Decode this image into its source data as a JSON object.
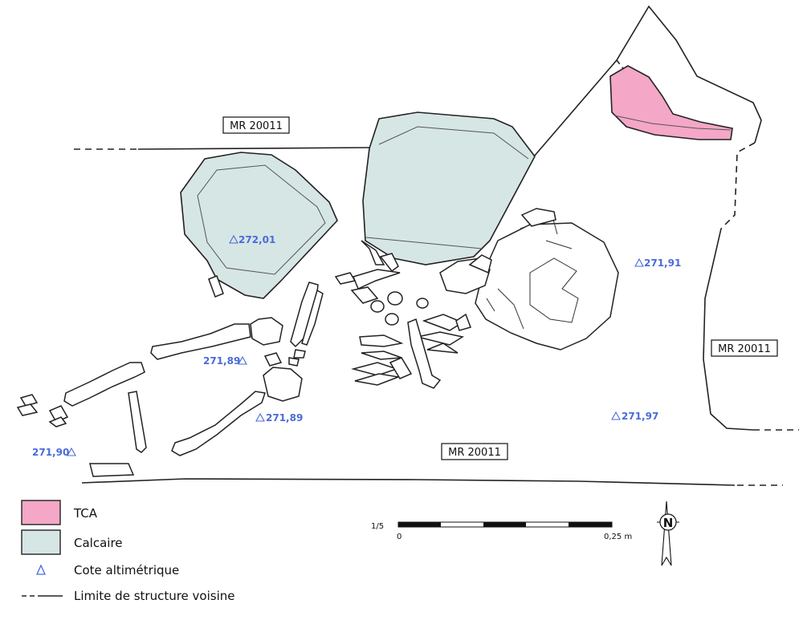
{
  "walls": [
    {
      "label": "MR 20011"
    },
    {
      "label": "MR 20011"
    },
    {
      "label": "MR 20011"
    }
  ],
  "altitudes": [
    {
      "value": "272,01"
    },
    {
      "value": "271,91"
    },
    {
      "value": "271,89"
    },
    {
      "value": "271,89"
    },
    {
      "value": "271,97"
    },
    {
      "value": "271,90"
    }
  ],
  "legend": {
    "tca": "TCA",
    "calcaire": "Calcaire",
    "cote": "Cote altimétrique",
    "limite": "Limite de structure voisine"
  },
  "scale": {
    "ratio": "1/5",
    "start": "0",
    "end": "0,25 m"
  },
  "north": "N",
  "colors": {
    "tca": "#f4a7c6",
    "calcaire": "#d6e6e4",
    "altitude": "#4a6bd8",
    "line": "#222222"
  }
}
